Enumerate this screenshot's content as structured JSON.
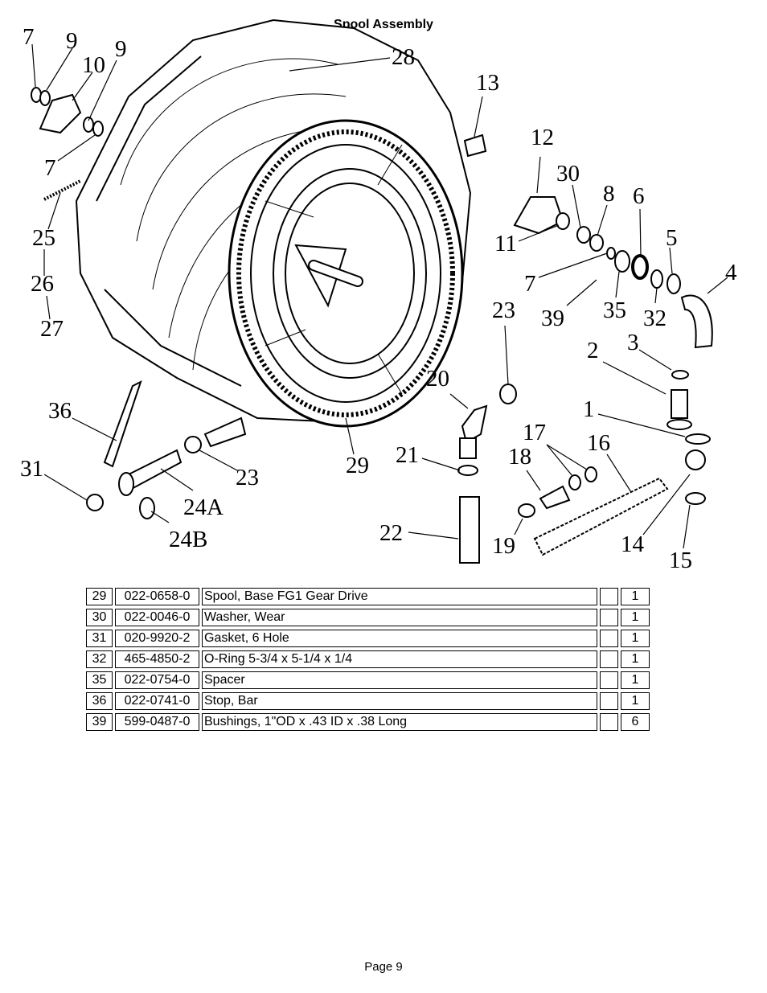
{
  "page": {
    "title": "Spool Assembly",
    "footer": "Page 9"
  },
  "diagram": {
    "callouts": [
      "7",
      "9",
      "10",
      "9",
      "7",
      "25",
      "26",
      "27",
      "28",
      "13",
      "12",
      "30",
      "8",
      "6",
      "11",
      "5",
      "4",
      "7",
      "35",
      "32",
      "39",
      "23",
      "3",
      "2",
      "20",
      "1",
      "36",
      "17",
      "16",
      "18",
      "21",
      "23",
      "29",
      "31",
      "24A",
      "24B",
      "22",
      "19",
      "14",
      "15"
    ]
  },
  "parts": [
    {
      "no": "29",
      "part": "022-0658-0",
      "desc": "Spool, Base FG1 Gear Drive",
      "blank": "",
      "qty": "1"
    },
    {
      "no": "30",
      "part": "022-0046-0",
      "desc": "Washer, Wear",
      "blank": "",
      "qty": "1"
    },
    {
      "no": "31",
      "part": "020-9920-2",
      "desc": "Gasket, 6 Hole",
      "blank": "",
      "qty": "1"
    },
    {
      "no": "32",
      "part": "465-4850-2",
      "desc": "O-Ring 5-3/4 x 5-1/4 x 1/4",
      "blank": "",
      "qty": "1"
    },
    {
      "no": "35",
      "part": "022-0754-0",
      "desc": "Spacer",
      "blank": "",
      "qty": "1"
    },
    {
      "no": "36",
      "part": "022-0741-0",
      "desc": "Stop, Bar",
      "blank": "",
      "qty": "1"
    },
    {
      "no": "39",
      "part": "599-0487-0",
      "desc": "Bushings, 1\"OD x .43 ID x .38 Long",
      "blank": "",
      "qty": "6"
    }
  ]
}
